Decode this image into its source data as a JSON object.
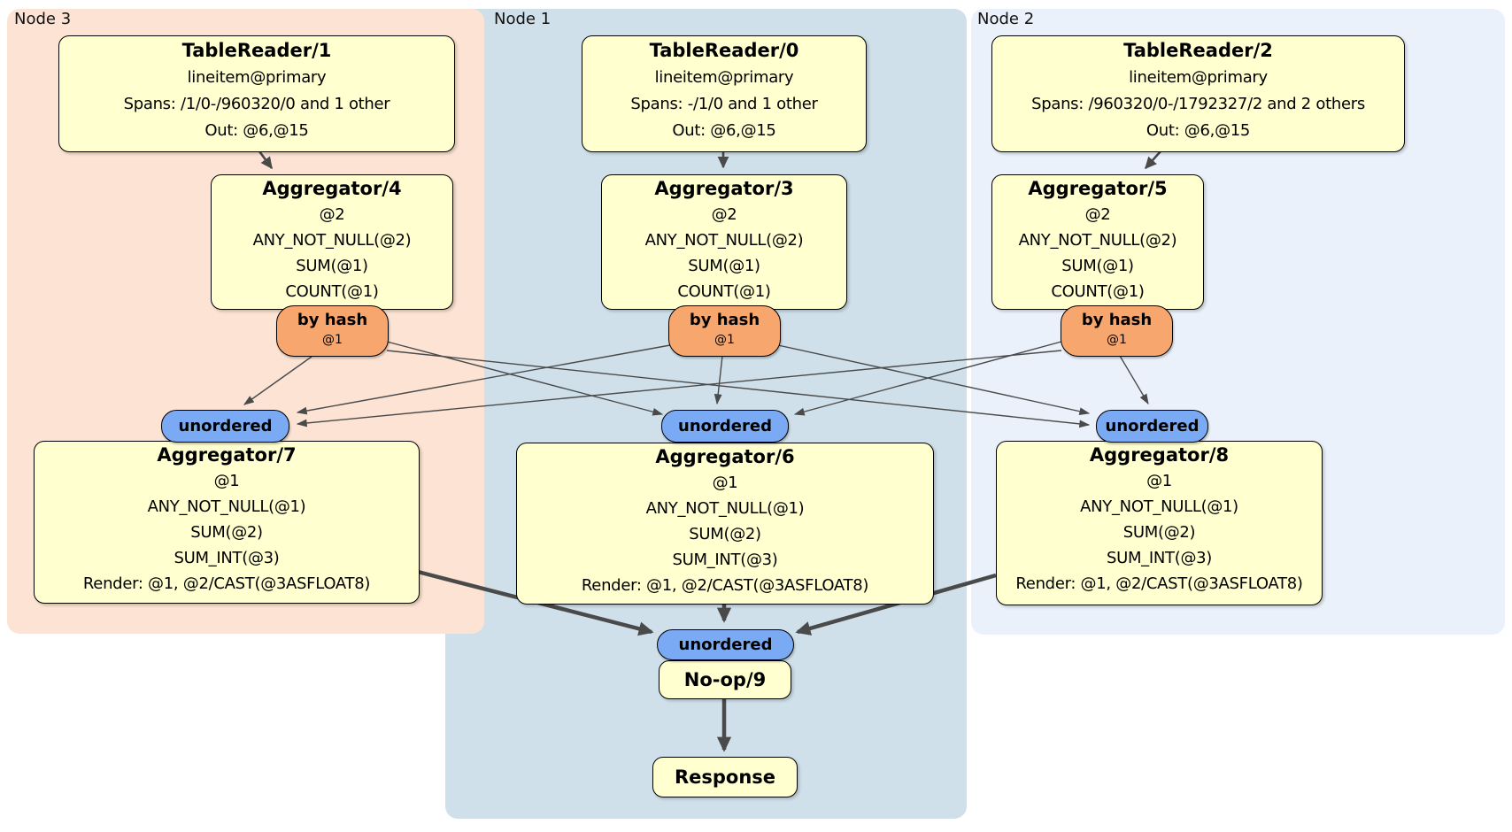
{
  "regions": [
    {
      "id": "node3",
      "label": "Node 3",
      "color": "#fce3d4"
    },
    {
      "id": "node1",
      "label": "Node 1",
      "color": "#cfe0ea"
    },
    {
      "id": "node2",
      "label": "Node 2",
      "color": "#eaf1fb"
    }
  ],
  "processors": {
    "tr1": {
      "title": "TableReader/1",
      "lines": [
        "lineitem@primary",
        "Spans: /1/0-/960320/0 and 1 other",
        "Out: @6,@15"
      ]
    },
    "tr0": {
      "title": "TableReader/0",
      "lines": [
        "lineitem@primary",
        "Spans: -/1/0 and 1 other",
        "Out: @6,@15"
      ]
    },
    "tr2": {
      "title": "TableReader/2",
      "lines": [
        "lineitem@primary",
        "Spans: /960320/0-/1792327/2 and 2 others",
        "Out: @6,@15"
      ]
    },
    "agg4": {
      "title": "Aggregator/4",
      "lines": [
        "@2",
        "ANY_NOT_NULL(@2)",
        "SUM(@1)",
        "COUNT(@1)"
      ]
    },
    "agg3": {
      "title": "Aggregator/3",
      "lines": [
        "@2",
        "ANY_NOT_NULL(@2)",
        "SUM(@1)",
        "COUNT(@1)"
      ]
    },
    "agg5": {
      "title": "Aggregator/5",
      "lines": [
        "@2",
        "ANY_NOT_NULL(@2)",
        "SUM(@1)",
        "COUNT(@1)"
      ]
    },
    "agg7": {
      "title": "Aggregator/7",
      "lines": [
        "@1",
        "ANY_NOT_NULL(@1)",
        "SUM(@2)",
        "SUM_INT(@3)",
        "Render: @1, @2/CAST(@3ASFLOAT8)"
      ]
    },
    "agg6": {
      "title": "Aggregator/6",
      "lines": [
        "@1",
        "ANY_NOT_NULL(@1)",
        "SUM(@2)",
        "SUM_INT(@3)",
        "Render: @1, @2/CAST(@3ASFLOAT8)"
      ]
    },
    "agg8": {
      "title": "Aggregator/8",
      "lines": [
        "@1",
        "ANY_NOT_NULL(@1)",
        "SUM(@2)",
        "SUM_INT(@3)",
        "Render: @1, @2/CAST(@3ASFLOAT8)"
      ]
    },
    "noop": {
      "title": "No-op/9"
    },
    "response": {
      "title": "Response"
    }
  },
  "routers": {
    "by_hash": {
      "label": "by hash",
      "sub": "@1"
    },
    "unordered": {
      "label": "unordered"
    }
  },
  "edges": [
    {
      "from": "TableReader/1",
      "to": "Aggregator/4"
    },
    {
      "from": "TableReader/0",
      "to": "Aggregator/3"
    },
    {
      "from": "TableReader/2",
      "to": "Aggregator/5"
    },
    {
      "from": "Aggregator/4 by hash",
      "to": "unordered Node 3"
    },
    {
      "from": "Aggregator/4 by hash",
      "to": "unordered Node 1"
    },
    {
      "from": "Aggregator/4 by hash",
      "to": "unordered Node 2"
    },
    {
      "from": "Aggregator/3 by hash",
      "to": "unordered Node 3"
    },
    {
      "from": "Aggregator/3 by hash",
      "to": "unordered Node 1"
    },
    {
      "from": "Aggregator/3 by hash",
      "to": "unordered Node 2"
    },
    {
      "from": "Aggregator/5 by hash",
      "to": "unordered Node 3"
    },
    {
      "from": "Aggregator/5 by hash",
      "to": "unordered Node 1"
    },
    {
      "from": "Aggregator/5 by hash",
      "to": "unordered Node 2"
    },
    {
      "from": "Aggregator/7",
      "to": "unordered No-op/9"
    },
    {
      "from": "Aggregator/6",
      "to": "unordered No-op/9"
    },
    {
      "from": "Aggregator/8",
      "to": "unordered No-op/9"
    },
    {
      "from": "No-op/9",
      "to": "Response"
    }
  ],
  "colors": {
    "processor_fill": "#ffffd0",
    "by_hash_fill": "#f7a66e",
    "unordered_fill": "#79aaf3",
    "edge": "#4a4a4a",
    "node3_bg": "#fce3d4",
    "node1_bg": "#cfe0ea",
    "node2_bg": "#eaf1fb"
  }
}
